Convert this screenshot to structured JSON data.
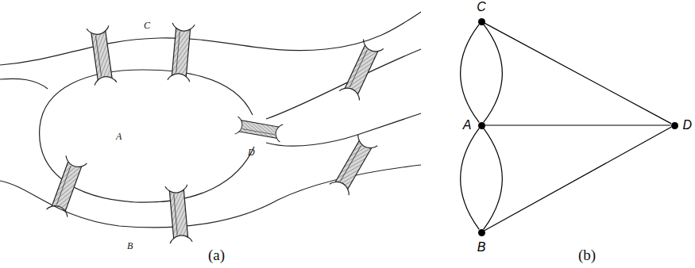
{
  "diagram": {
    "nodes": [
      {
        "text": [
          "C"
        ]
      },
      {
        "text": [
          "A"
        ]
      },
      {
        "text": [
          "B"
        ]
      },
      {
        "text": [
          "D"
        ]
      }
    ],
    "edges": [
      {
        "from": 0,
        "to": 1,
        "arrow": "none"
      },
      {
        "from": 0,
        "to": 1,
        "arrow": "none"
      },
      {
        "from": 1,
        "to": 2,
        "arrow": "none"
      },
      {
        "from": 1,
        "to": 2,
        "arrow": "none"
      },
      {
        "from": 0,
        "to": 3,
        "arrow": "none"
      },
      {
        "from": 1,
        "to": 3,
        "arrow": "none"
      },
      {
        "from": 2,
        "to": 3,
        "arrow": "none"
      }
    ],
    "labels": [
      "C",
      "A",
      "D",
      "B",
      "(a)",
      "(b)"
    ]
  }
}
